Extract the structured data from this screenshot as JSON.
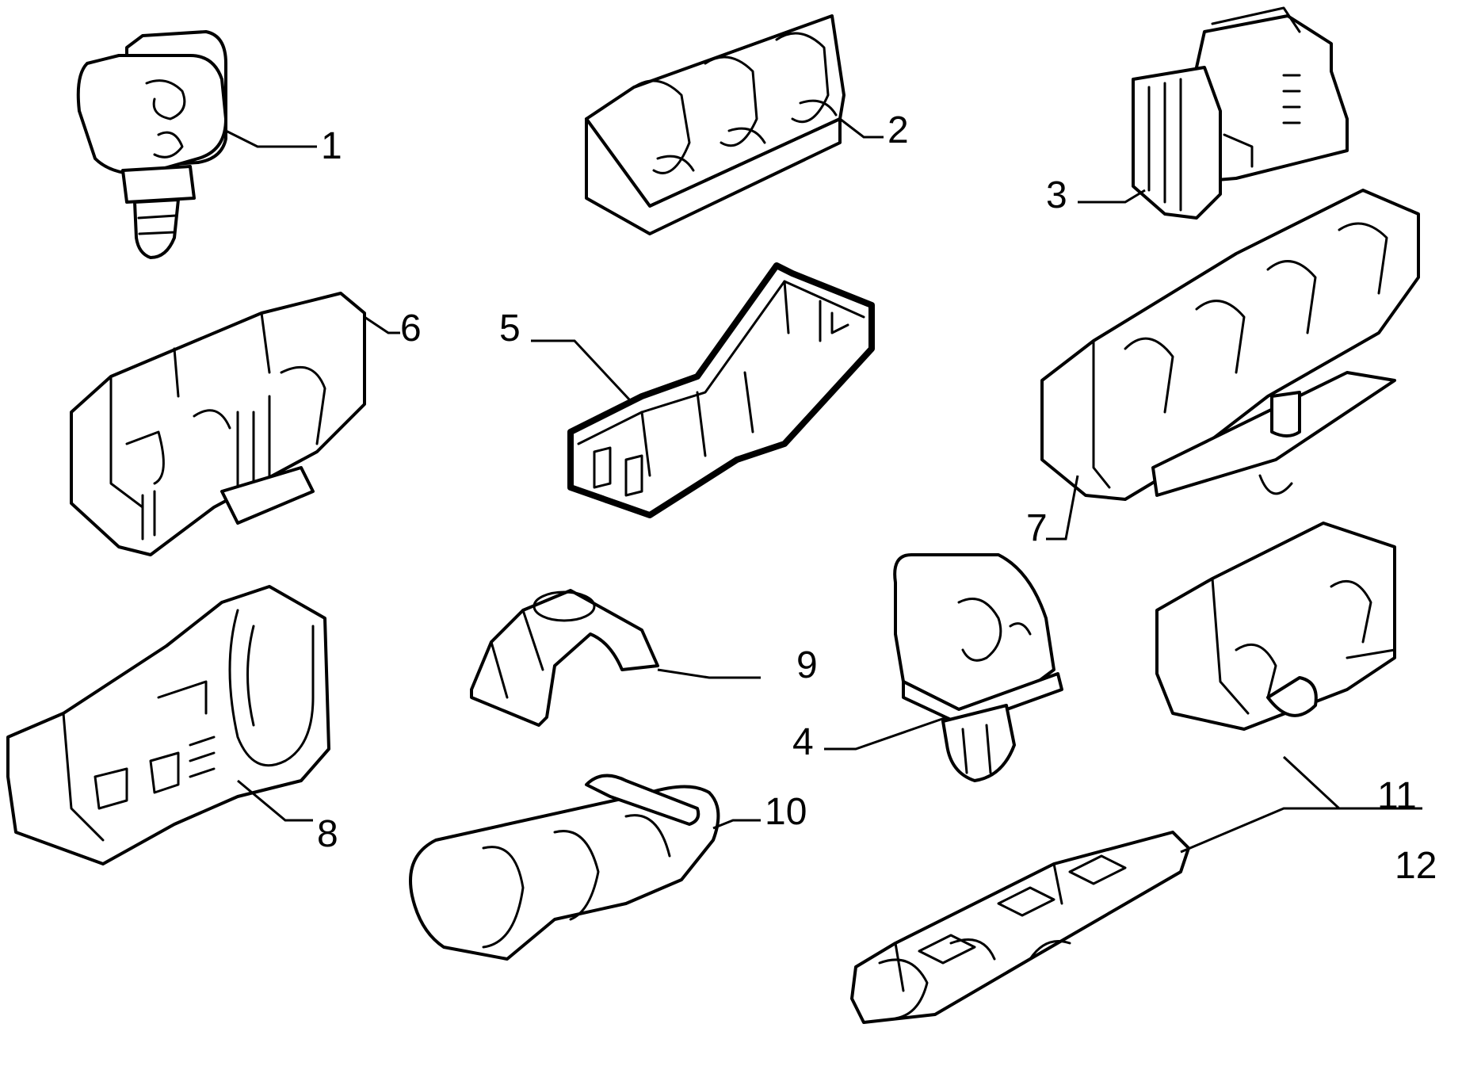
{
  "diagram": {
    "callouts": [
      {
        "id": "1",
        "label": "1"
      },
      {
        "id": "2",
        "label": "2"
      },
      {
        "id": "3",
        "label": "3"
      },
      {
        "id": "4",
        "label": "4"
      },
      {
        "id": "5",
        "label": "5"
      },
      {
        "id": "6",
        "label": "6"
      },
      {
        "id": "7",
        "label": "7"
      },
      {
        "id": "8",
        "label": "8"
      },
      {
        "id": "9",
        "label": "9"
      },
      {
        "id": "10",
        "label": "10"
      },
      {
        "id": "11",
        "label": "11"
      },
      {
        "id": "12",
        "label": "12"
      }
    ],
    "line_color": "#000000",
    "background_color": "#ffffff"
  }
}
